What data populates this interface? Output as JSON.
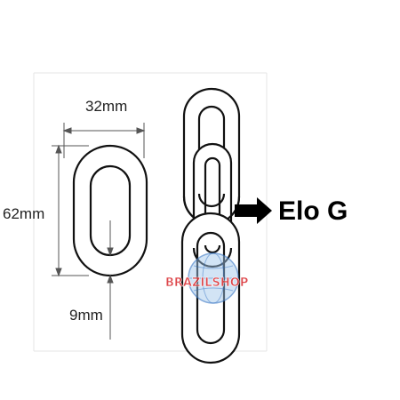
{
  "dimensions": {
    "width_label": "32mm",
    "height_label": "62mm",
    "thickness_label": "9mm"
  },
  "callout": {
    "label": "Elo G"
  },
  "watermark": {
    "text": "BRAZILSHOP",
    "colors": {
      "text_red": "#d8262b",
      "globe_blue": "#3a78c4",
      "globe_light": "#9ec4ea"
    }
  },
  "colors": {
    "line": "#111111",
    "dimension_line": "#555555",
    "frame": "#e4e4e4",
    "background": "#ffffff"
  },
  "icons": {
    "callout_arrow": "right-arrow-icon",
    "watermark_globe": "globe-icon"
  }
}
